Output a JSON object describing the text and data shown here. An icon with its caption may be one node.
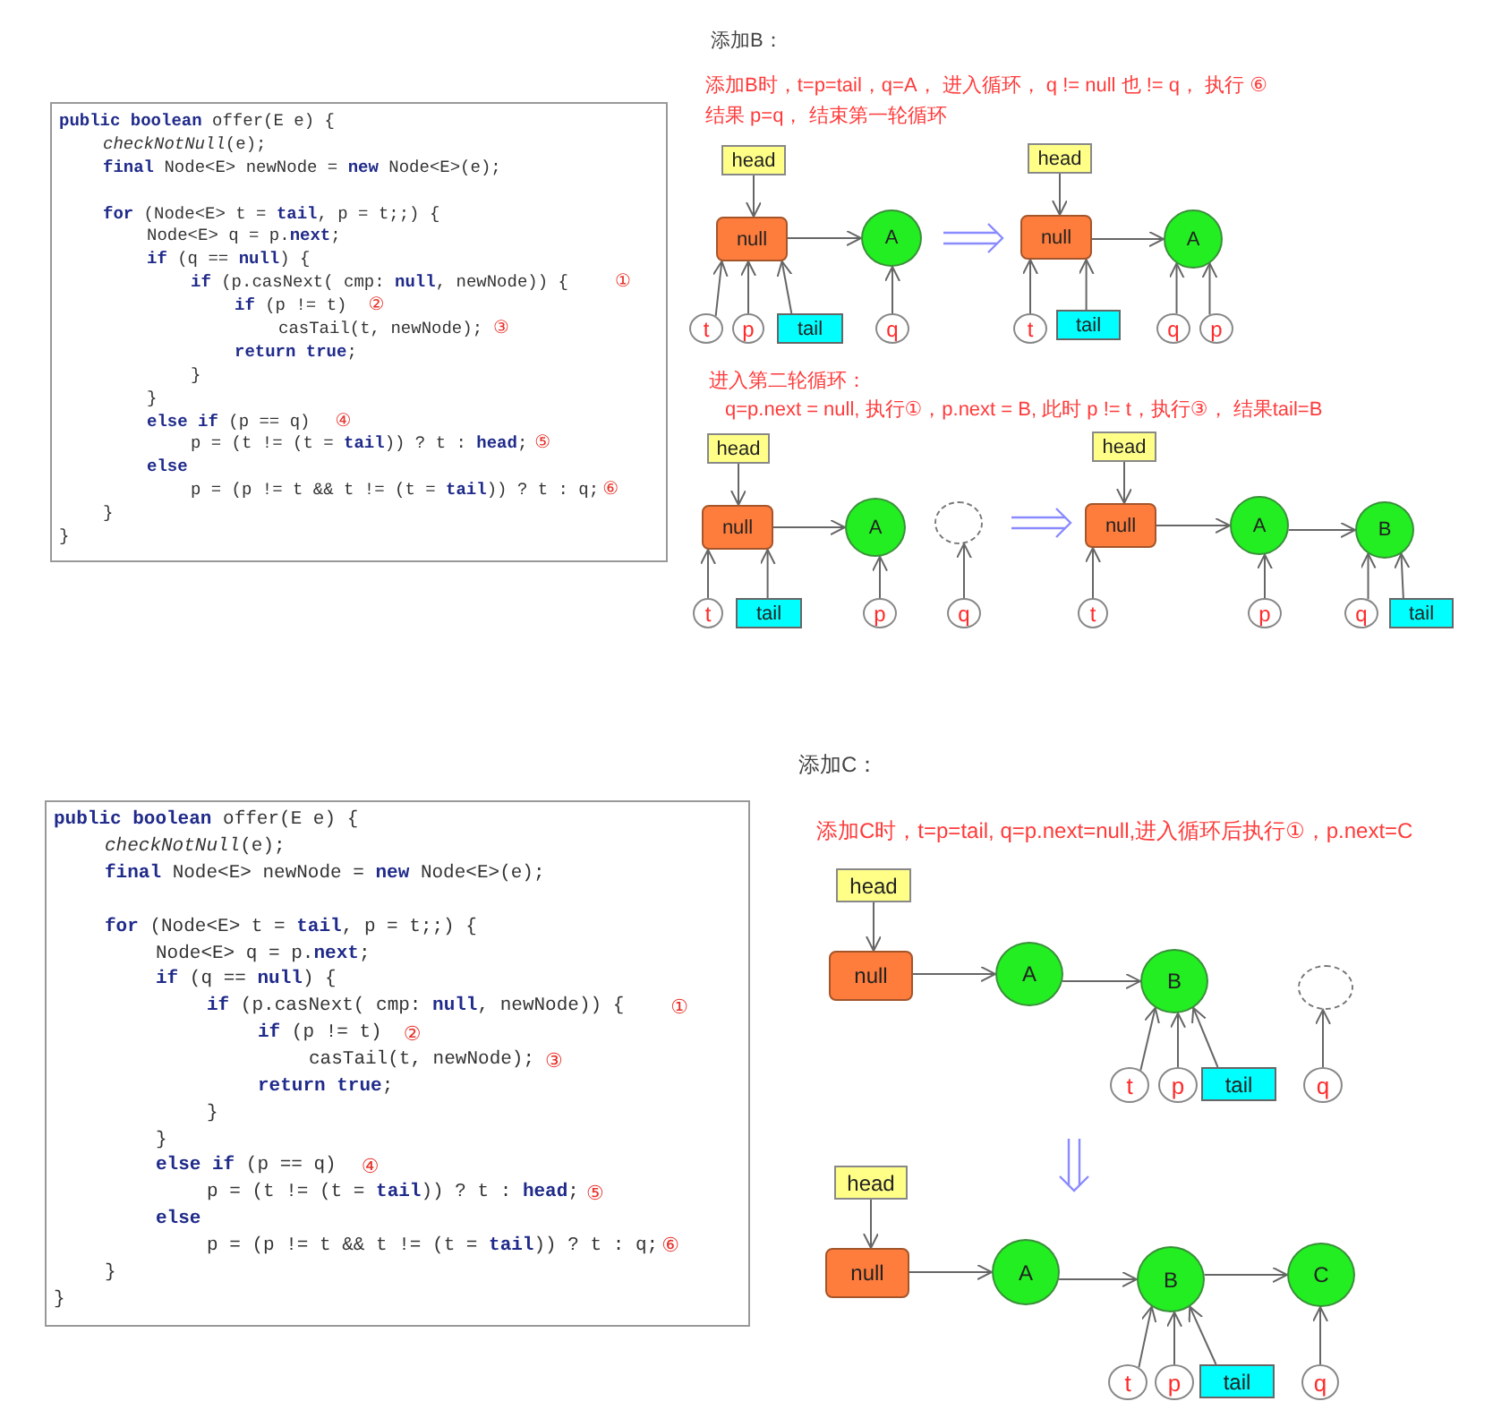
{
  "diagram": {
    "nodes": [
      {
        "text": [
          "**public boolean** offer(E e) {",
          "*checkNotNull*(e);",
          "**final** Node<E> newNode = **new** Node<E>(e);",
          "**for** (Node<E> t = **tail**, p = t;;) {",
          "Node<E> q = p.**next**;",
          "**if** (q == **null**) {",
          "**if** (p.casNext( cmp: **null**, newNode)) {",
          "**if** (p != t)",
          "casTail(t, newNode);",
          "**return true**;",
          "}",
          "}",
          "**else if** (p == q)",
          "p = (t != (t = **tail**)) ? t : **head**;",
          "**else**",
          "p = (p != t && t != (t = **tail**)) ? t : q;",
          "}",
          "}"
        ]
      },
      {
        "text": [
          "head"
        ]
      },
      {
        "text": [
          "null"
        ]
      },
      {
        "text": [
          "A"
        ]
      },
      {
        "text": [
          "t"
        ]
      },
      {
        "text": [
          "p"
        ]
      },
      {
        "text": [
          "tail"
        ]
      },
      {
        "text": [
          "q"
        ]
      },
      {
        "text": [
          "head"
        ]
      },
      {
        "text": [
          "null"
        ]
      },
      {
        "text": [
          "A"
        ]
      },
      {
        "text": [
          "t"
        ]
      },
      {
        "text": [
          "tail"
        ]
      },
      {
        "text": [
          "q"
        ]
      },
      {
        "text": [
          "p"
        ]
      },
      {
        "text": [
          "head"
        ]
      },
      {
        "text": [
          "null"
        ]
      },
      {
        "text": [
          "A"
        ]
      },
      {
        "text": [],
        "shape": "circle"
      },
      {
        "text": [
          "t"
        ]
      },
      {
        "text": [
          "tail"
        ]
      },
      {
        "text": [
          "p"
        ]
      },
      {
        "text": [
          "q"
        ]
      },
      {
        "text": [
          "head"
        ]
      },
      {
        "text": [
          "null"
        ]
      },
      {
        "text": [
          "A"
        ]
      },
      {
        "text": [
          "B"
        ]
      },
      {
        "text": [
          "t"
        ]
      },
      {
        "text": [
          "p"
        ]
      },
      {
        "text": [
          "q"
        ]
      },
      {
        "text": [
          "tail"
        ]
      },
      {
        "text": [
          "**public boolean** offer(E e) {",
          "*checkNotNull*(e);",
          "**final** Node<E> newNode = **new** Node<E>(e);",
          "**for** (Node<E> t = **tail**, p = t;;) {",
          "Node<E> q = p.**next**;",
          "**if** (q == **null**) {",
          "**if** (p.casNext( cmp: **null**, newNode)) {",
          "**if** (p != t)",
          "casTail(t, newNode);",
          "**return true**;",
          "}",
          "}",
          "**else if** (p == q)",
          "p = (t != (t = **tail**)) ? t : **head**;",
          "**else**",
          "p = (p != t && t != (t = **tail**)) ? t : q;",
          "}",
          "}"
        ]
      },
      {
        "text": [
          "head"
        ]
      },
      {
        "text": [
          "null"
        ]
      },
      {
        "text": [
          "A"
        ]
      },
      {
        "text": [
          "B"
        ]
      },
      {
        "text": [],
        "shape": "circle"
      },
      {
        "text": [
          "t"
        ]
      },
      {
        "text": [
          "p"
        ]
      },
      {
        "text": [
          "tail"
        ]
      },
      {
        "text": [
          "q"
        ]
      },
      {
        "text": [
          "head"
        ]
      },
      {
        "text": [
          "null"
        ]
      },
      {
        "text": [
          "A"
        ]
      },
      {
        "text": [
          "B"
        ]
      },
      {
        "text": [
          "C"
        ]
      },
      {
        "text": [
          "t"
        ]
      },
      {
        "text": [
          "p"
        ]
      },
      {
        "text": [
          "tail"
        ]
      },
      {
        "text": [
          "q"
        ]
      }
    ],
    "edges": [
      {
        "from": 1,
        "to": 2,
        "arrow": "to"
      },
      {
        "from": 2,
        "to": 3,
        "arrow": "to"
      },
      {
        "from": 4,
        "to": 2,
        "arrow": "to"
      },
      {
        "from": 5,
        "to": 2,
        "arrow": "to"
      },
      {
        "from": 6,
        "to": 2,
        "arrow": "to"
      },
      {
        "from": 7,
        "to": 3,
        "arrow": "to"
      },
      {
        "from": 8,
        "to": 9,
        "arrow": "to"
      },
      {
        "from": 9,
        "to": 10,
        "arrow": "to"
      },
      {
        "from": 11,
        "to": 9,
        "arrow": "to"
      },
      {
        "from": 12,
        "to": 9,
        "arrow": "to"
      },
      {
        "from": 13,
        "to": 10,
        "arrow": "to"
      },
      {
        "from": 14,
        "to": 10,
        "arrow": "to"
      },
      {
        "from": 15,
        "to": 16,
        "arrow": "to"
      },
      {
        "from": 16,
        "to": 17,
        "arrow": "to"
      },
      {
        "from": 19,
        "to": 16,
        "arrow": "to"
      },
      {
        "from": 20,
        "to": 16,
        "arrow": "to"
      },
      {
        "from": 21,
        "to": 17,
        "arrow": "to"
      },
      {
        "from": 22,
        "to": 18,
        "arrow": "to"
      },
      {
        "from": 23,
        "to": 24,
        "arrow": "to"
      },
      {
        "from": 24,
        "to": 25,
        "arrow": "to"
      },
      {
        "from": 25,
        "to": 26,
        "arrow": "to"
      },
      {
        "from": 27,
        "to": 24,
        "arrow": "to"
      },
      {
        "from": 28,
        "to": 25,
        "arrow": "to"
      },
      {
        "from": 29,
        "to": 26,
        "arrow": "to"
      },
      {
        "from": 30,
        "to": 26,
        "arrow": "to"
      },
      {
        "from": 32,
        "to": 33,
        "arrow": "to"
      },
      {
        "from": 33,
        "to": 34,
        "arrow": "to"
      },
      {
        "from": 34,
        "to": 35,
        "arrow": "to"
      },
      {
        "from": 37,
        "to": 35,
        "arrow": "to"
      },
      {
        "from": 38,
        "to": 35,
        "arrow": "to"
      },
      {
        "from": 39,
        "to": 35,
        "arrow": "to"
      },
      {
        "from": 40,
        "to": 36,
        "arrow": "to"
      },
      {
        "from": 41,
        "to": 42,
        "arrow": "to"
      },
      {
        "from": 42,
        "to": 43,
        "arrow": "to"
      },
      {
        "from": 43,
        "to": 44,
        "arrow": "to"
      },
      {
        "from": 44,
        "to": 45,
        "arrow": "to"
      },
      {
        "from": 46,
        "to": 44,
        "arrow": "to"
      },
      {
        "from": 47,
        "to": 44,
        "arrow": "to"
      },
      {
        "from": 48,
        "to": 44,
        "arrow": "to"
      },
      {
        "from": 49,
        "to": 45,
        "arrow": "to"
      }
    ],
    "labels": [
      "添加B：",
      "添加B时，t=p=tail，q=A， 进入循环， q != null 也 != q， 执行 ⑥",
      "结果 p=q， 结束第一轮循环",
      "进入第二轮循环：",
      "q=p.next = null,  执行①，p.next = B, 此时 p != t，执行③， 结果tail=B",
      "添加C：",
      "添加C时，t=p=tail, q=p.next=null,进入循环后执行①，p.next=C",
      "①",
      "②",
      "③",
      "④",
      "⑤",
      "⑥",
      "①",
      "②",
      "③",
      "④",
      "⑤",
      "⑥"
    ]
  }
}
